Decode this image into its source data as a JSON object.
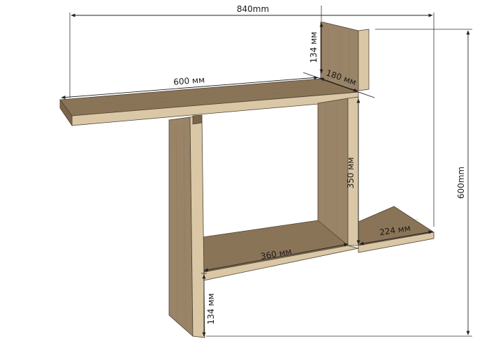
{
  "dimensions": {
    "total_width": "840mm",
    "total_height": "600mm",
    "top_shelf_length": "600 мм",
    "depth": "180 мм",
    "top_upright_height": "134 мм",
    "inner_upright_height": "350 мм",
    "bottom_shelf_length": "360 мм",
    "right_shelf_length": "224 мм",
    "bottom_upright_height": "134 мм"
  },
  "colors": {
    "wood_face": "#9a8468",
    "wood_top": "#8a7457",
    "wood_edge": "#d9c7a6",
    "wood_shadow": "#7a6548",
    "dimension_line": "#222222"
  }
}
